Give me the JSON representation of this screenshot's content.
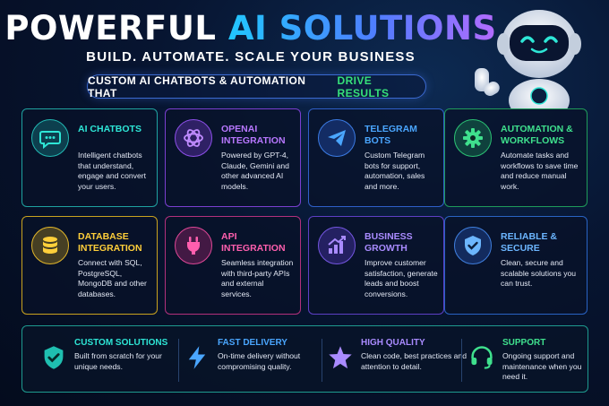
{
  "header": {
    "title_main": "POWERFUL ",
    "title_accent": "AI SOLUTIONS",
    "subtitle": "BUILD. AUTOMATE. SCALE YOUR BUSINESS",
    "pill_text": "CUSTOM AI CHATBOTS & AUTOMATION THAT",
    "pill_highlight": "DRIVE RESULTS"
  },
  "cards": [
    {
      "title": "AI CHATBOTS",
      "desc": "Intelligent chatbots that understand, engage and convert your users.",
      "icon": "chat-bubble-icon"
    },
    {
      "title": "OPENAI INTEGRATION",
      "desc": "Powered by GPT-4, Claude, Gemini and other advanced AI models.",
      "icon": "openai-knot-icon"
    },
    {
      "title": "TELEGRAM BOTS",
      "desc": "Custom Telegram bots for support, automation, sales and more.",
      "icon": "paper-plane-icon"
    },
    {
      "title": "AUTOMATION & WORKFLOWS",
      "desc": "Automate tasks and workflows to save time and reduce manual work.",
      "icon": "gear-icon"
    },
    {
      "title": "DATABASE INTEGRATION",
      "desc": "Connect with SQL, PostgreSQL, MongoDB and other databases.",
      "icon": "database-icon"
    },
    {
      "title": "API INTEGRATION",
      "desc": "Seamless integration with third-party APIs and external services.",
      "icon": "plug-icon"
    },
    {
      "title": "BUSINESS GROWTH",
      "desc": "Improve customer satisfaction, generate leads and boost conversions.",
      "icon": "growth-chart-icon"
    },
    {
      "title": "RELIABLE & SECURE",
      "desc": "Clean, secure and scalable solutions you can trust.",
      "icon": "shield-check-icon"
    }
  ],
  "features": [
    {
      "title": "CUSTOM SOLUTIONS",
      "desc": "Built from scratch for your unique needs.",
      "icon": "shield-check-icon",
      "color": "#2ee6d6"
    },
    {
      "title": "FAST DELIVERY",
      "desc": "On-time delivery without compromising quality.",
      "icon": "lightning-icon",
      "color": "#4aa6ff"
    },
    {
      "title": "HIGH QUALITY",
      "desc": "Clean code, best practices and attention to detail.",
      "icon": "star-icon",
      "color": "#a98bff"
    },
    {
      "title": "SUPPORT",
      "desc": "Ongoing support and maintenance when you need it.",
      "icon": "headset-icon",
      "color": "#3fe08d"
    }
  ],
  "colors": {
    "background": "#071531",
    "accent_blue": "#21c7ff",
    "accent_purple": "#b46bff",
    "highlight_green": "#36e07a"
  }
}
